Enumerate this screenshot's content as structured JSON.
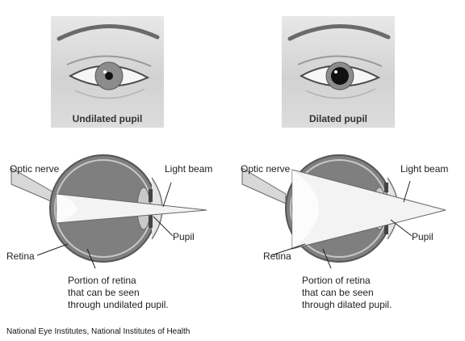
{
  "photos": {
    "undilated_caption": "Undilated pupil",
    "dilated_caption": "Dilated pupil"
  },
  "diagram_left": {
    "optic_nerve": "Optic nerve",
    "light_beam": "Light beam",
    "pupil": "Pupil",
    "retina": "Retina",
    "portion_line1": "Portion of retina",
    "portion_line2": "that can be seen",
    "portion_line3": "through undilated pupil."
  },
  "diagram_right": {
    "optic_nerve": "Optic nerve",
    "light_beam": "Light beam",
    "pupil": "Pupil",
    "retina": "Retina",
    "portion_line1": "Portion of retina",
    "portion_line2": "that can be seen",
    "portion_line3": "through dilated pupil."
  },
  "credit": "National Eye Institutes, National Institutes of Health"
}
